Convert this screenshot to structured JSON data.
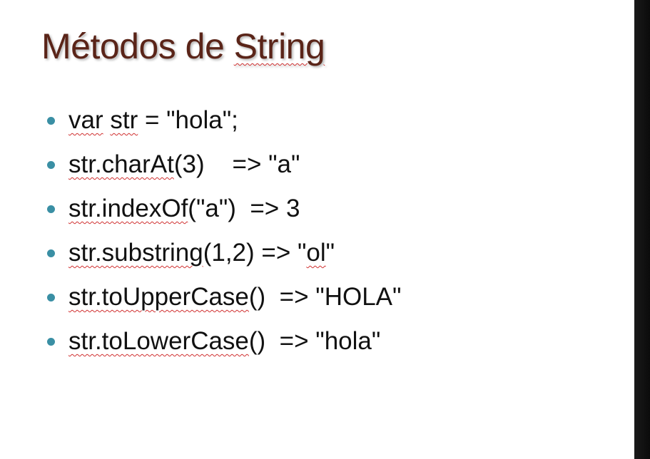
{
  "slide": {
    "title_plain": "Métodos de ",
    "title_spell": "String",
    "bullets": [
      {
        "underlined": "var",
        "middle": " ",
        "underlined2": "str",
        "rest": " = \"hola\";"
      },
      {
        "underlined": "str.charAt",
        "rest": "(3)    => \"a\""
      },
      {
        "underlined": "str.indexOf",
        "rest": "(\"a\")  => 3"
      },
      {
        "underlined": "str.substring",
        "rest": "(1,2) => \"",
        "underlined2": "ol",
        "tail": "\""
      },
      {
        "underlined": "str.toUpperCase",
        "rest": "()  => \"HOLA\""
      },
      {
        "underlined": "str.toLowerCase",
        "rest": "()  => \"hola\""
      }
    ]
  },
  "colors": {
    "title": "#5a2418",
    "bullet": "#3a8fa4",
    "spellcheck": "#d03030",
    "right_edge": "#111111"
  },
  "icons": {
    "bullet": "bullet-dot"
  }
}
